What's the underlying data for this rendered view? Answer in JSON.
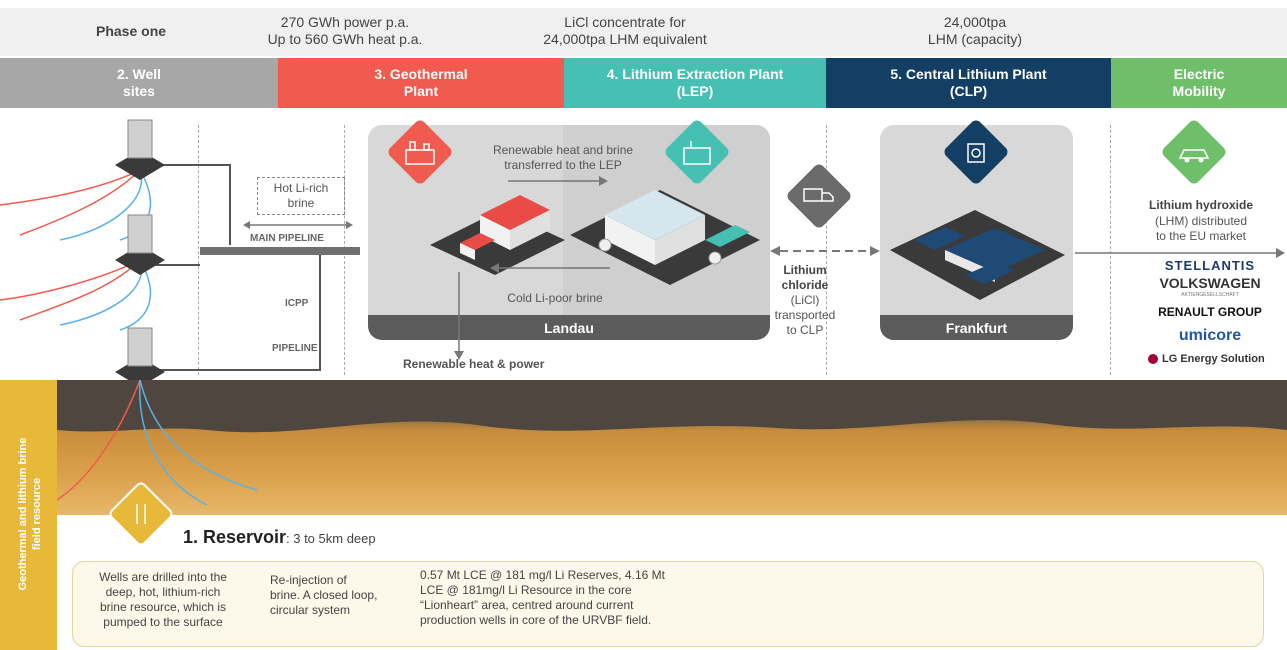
{
  "top_row": {
    "phase": "Phase one",
    "geo_output": "270 GWh power p.a.\nUp to 560 GWh heat p.a.",
    "lep_output": "LiCl concentrate for\n24,000tpa LHM equivalent",
    "clp_output": "24,000tpa\nLHM (capacity)"
  },
  "stages": [
    {
      "label": "2. Well\nsites",
      "color": "#a7a7a7"
    },
    {
      "label": "3. Geothermal\nPlant",
      "color": "#f05a4f"
    },
    {
      "label": "4. Lithium Extraction Plant\n(LEP)",
      "color": "#45c0b3"
    },
    {
      "label": "5. Central Lithium Plant\n(CLP)",
      "color": "#123f63"
    },
    {
      "label": "Electric\nMobility",
      "color": "#6fbf6a"
    }
  ],
  "flow": {
    "hot_brine": "Hot Li-rich\nbrine",
    "main_pipeline": "MAIN PIPELINE",
    "icpp": "ICPP",
    "pipeline": "PIPELINE",
    "renewable_transfer": "Renewable heat and brine\ntransferred to the LEP",
    "cold_brine": "Cold Li-poor brine",
    "renewable_output": "Renewable heat & power",
    "landau": "Landau",
    "frankfurt": "Frankfurt",
    "licl_bold": "Lithium\nchloride",
    "licl_rest": "(LiCl)\ntransported\nto CLP",
    "lhm_bold": "Lithium hydroxide",
    "lhm_rest": "(LHM) distributed\nto the EU market"
  },
  "customers": {
    "stellantis": "STELLANTIS",
    "volkswagen": "VOLKSWAGEN",
    "vw_sub": "AKTIENGESELLSCHAFT",
    "renault": "RENAULT GROUP",
    "umicore": "umicore",
    "lg": "LG Energy Solution"
  },
  "reservoir": {
    "title": "1. Reservoir",
    "depth": ": 3 to 5km deep",
    "side_label": "Geothermal and lithium brine\nfield resource"
  },
  "info": {
    "col1": "Wells are drilled into the\ndeep, hot, lithium-rich\nbrine resource, which is\npumped to the surface",
    "col2": "Re-injection of\nbrine. A closed loop,\ncircular system",
    "col3": "0.57 Mt LCE @ 181 mg/l Li Reserves, 4.16 Mt\nLCE @ 181mg/l Li Resource in the core\n“Lionheart” area, centred around current\nproduction wells in core of the URVBF field."
  },
  "colors": {
    "geo_red": "#f05a4f",
    "lep_teal": "#45c0b3",
    "clp_navy": "#123f63",
    "ev_green": "#6fbf6a",
    "truck_grey": "#6b6b6b",
    "reservoir_gold": "#e8b939"
  },
  "icons": [
    "factory-icon",
    "plant-icon",
    "truck-icon",
    "lab-icon",
    "ev-car-icon",
    "reservoir-icon",
    "well-rig-icon"
  ]
}
